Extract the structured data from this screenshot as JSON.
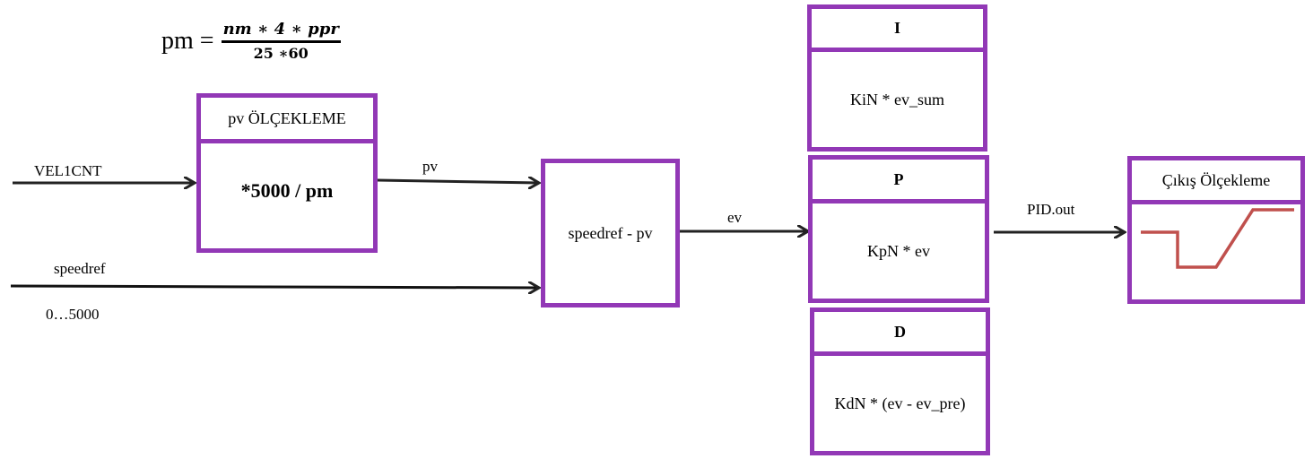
{
  "formula": {
    "lhs": "pm =",
    "numerator": "nm ∗ 4 ∗ ppr",
    "denominator": "25 ∗60"
  },
  "signals": {
    "vel1cnt": "VEL1CNT",
    "speedref": "speedref",
    "speedref_range": "0…5000",
    "pv": "pv",
    "ev": "ev",
    "pid_out": "PID.out"
  },
  "blocks": {
    "pv_scaling": {
      "title": "pv ÖLÇEKLEME",
      "body": "*5000 / pm"
    },
    "error": {
      "body": "speedref - pv"
    },
    "integral": {
      "title": "I",
      "body": "KiN * ev_sum"
    },
    "proportional": {
      "title": "P",
      "body": "KpN * ev"
    },
    "derivative": {
      "title": "D",
      "body": "KdN * (ev - ev_pre)"
    },
    "output_scaling": {
      "title": "Çıkış Ölçekleme"
    }
  },
  "colors": {
    "block_border": "#9238b6",
    "wire": "#222222",
    "graph_line": "#c0504d"
  }
}
